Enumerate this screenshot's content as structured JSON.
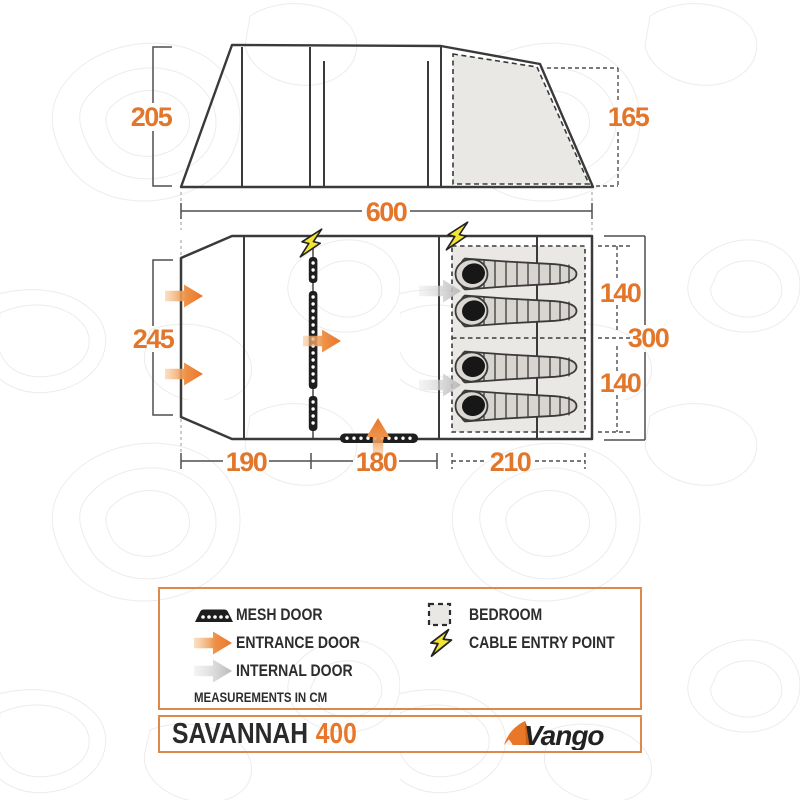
{
  "colors": {
    "accent": "#E8772A",
    "line_dark": "#3A3A3A",
    "dim_line": "#4F4F4F",
    "panel_grey": "#EAE8E5",
    "bag_grey": "#D8D5D1",
    "internal_arrow_grey": "#BDBDBD",
    "bolt_yellow": "#F2E535",
    "box_border_orange": "#DB8A4C"
  },
  "elevation": {
    "height_left": "205",
    "height_right": "165"
  },
  "floorplan": {
    "width_total": "600",
    "porch_depth": "245",
    "bottom_widths": [
      "190",
      "180",
      "210"
    ],
    "bedroom_widths": [
      "140",
      "140"
    ],
    "bedroom_total": "300"
  },
  "legend": {
    "left_items": [
      {
        "icon": "mesh-door-icon",
        "label": "MESH DOOR"
      },
      {
        "icon": "entrance-door-icon",
        "label": "ENTRANCE DOOR"
      },
      {
        "icon": "internal-door-icon",
        "label": "INTERNAL DOOR"
      }
    ],
    "note": "MEASUREMENTS IN CM",
    "right_items": [
      {
        "icon": "bedroom-icon",
        "label": "BEDROOM"
      },
      {
        "icon": "cable-entry-point-icon",
        "label": "CABLE ENTRY POINT"
      }
    ]
  },
  "footer": {
    "model_name": "SAVANNAH",
    "model_size": "400",
    "brand": "Vango"
  }
}
